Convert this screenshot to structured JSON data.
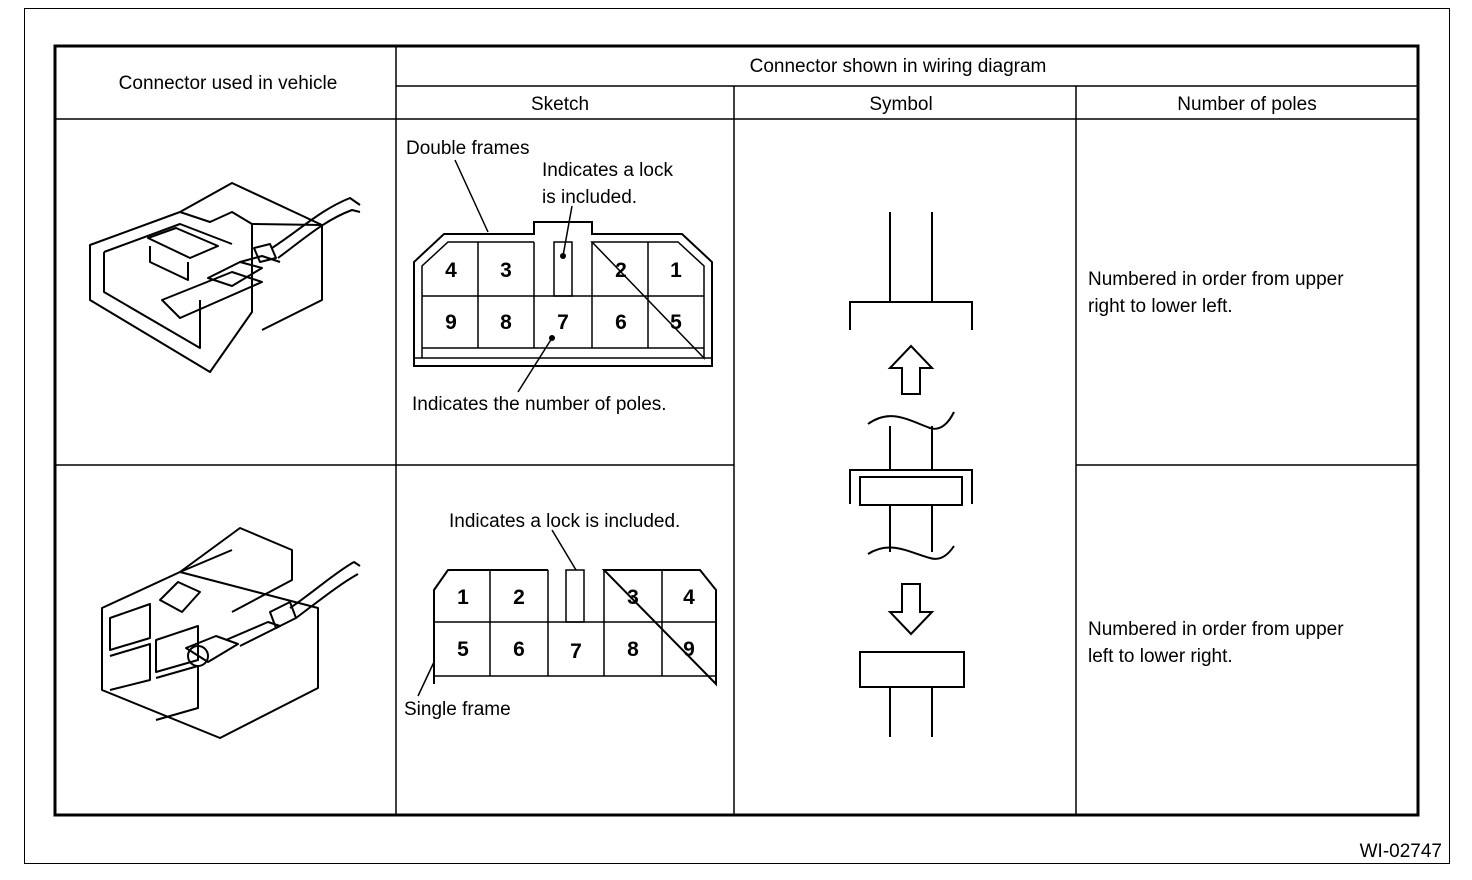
{
  "table": {
    "header_vehicle": "Connector used in vehicle",
    "header_wiring": "Connector shown in wiring diagram",
    "header_sketch": "Sketch",
    "header_symbol": "Symbol",
    "header_poles": "Number of poles"
  },
  "sketch1": {
    "label_double_frames": "Double frames",
    "label_lock_line1": "Indicates a lock",
    "label_lock_line2": "is included.",
    "label_poles": "Indicates the number of poles.",
    "top_row": [
      "4",
      "3",
      "2",
      "1"
    ],
    "bottom_row": [
      "9",
      "8",
      "7",
      "6",
      "5"
    ]
  },
  "sketch2": {
    "label_lock": "Indicates a lock is included.",
    "label_single_frame": "Single frame",
    "top_row": [
      "1",
      "2",
      "3",
      "4"
    ],
    "bottom_row": [
      "5",
      "6",
      "7",
      "8",
      "9"
    ]
  },
  "poles": {
    "row1_line1": "Numbered in order from upper",
    "row1_line2": "right to lower left.",
    "row2_line1": "Numbered in order from upper",
    "row2_line2": "left to lower right."
  },
  "figure_id": "WI-02747"
}
